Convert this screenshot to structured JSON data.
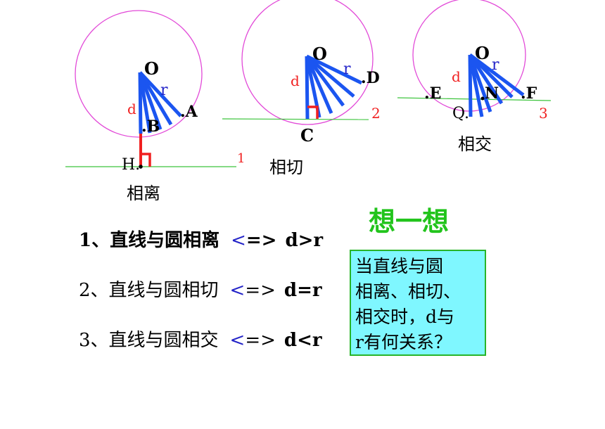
{
  "colors": {
    "circle": "#e24ad8",
    "radius_lines": "#1b55f0",
    "distance_line": "#f02020",
    "tangent_line": "#3cc43c",
    "label_red": "#f02020",
    "label_blue": "#2323c8",
    "think_title": "#22c41c",
    "box_fill": "#7ff7ff",
    "box_border": "#28b428"
  },
  "diagrams": [
    {
      "caption": "相离",
      "line_number": "1",
      "points": {
        "center": "O",
        "foot": "H.",
        "radius_end": ".A",
        "inner_point": ".B"
      },
      "symbols": {
        "d": "d",
        "r": "r"
      }
    },
    {
      "caption": "相切",
      "line_number": "2",
      "points": {
        "center": "O",
        "foot": "C",
        "radius_end": ".D"
      },
      "symbols": {
        "d": "d",
        "r": "r"
      }
    },
    {
      "caption": "相交",
      "line_number": "3",
      "points": {
        "center": "O",
        "foot": "Q.",
        "left_point": ".E",
        "mid_point": "N",
        "right_point": ".F"
      },
      "symbols": {
        "d": "d",
        "r": "r"
      }
    }
  ],
  "relations": [
    {
      "label": "1、直线与圆相离",
      "arrow_lt": "<",
      "arrow_rest": "=>",
      "formula": "d>r"
    },
    {
      "label": "2、直线与圆相切",
      "arrow_lt": "<",
      "arrow_rest": "=>",
      "formula": "d=r"
    },
    {
      "label": "3、直线与圆相交",
      "arrow_lt": "<",
      "arrow_rest": "=>",
      "formula": "d<r"
    }
  ],
  "think": {
    "title": "想一想",
    "question_lines": [
      "当直线与圆",
      "相离、相切、",
      "相交时，d与",
      "r有何关系？"
    ]
  }
}
